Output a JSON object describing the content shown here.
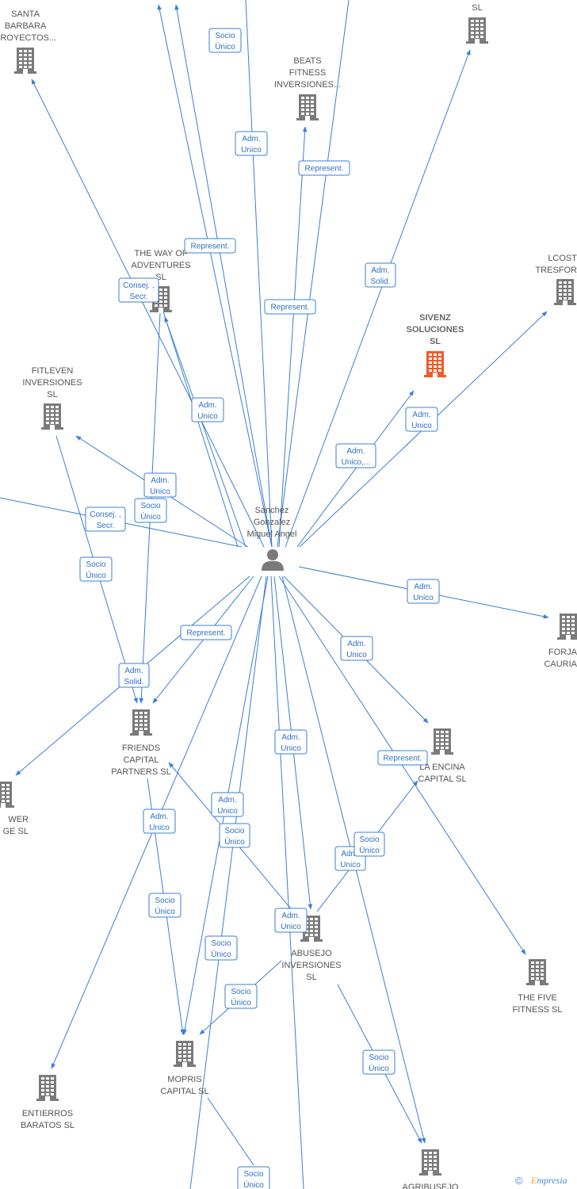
{
  "center": {
    "label": [
      "Sanchez",
      "Gonzalez",
      "Miguel Angel"
    ],
    "icon": "person-icon"
  },
  "colors": {
    "edge": "#3a7fd5",
    "node": "#7a7a7a",
    "highlight": "#f05a28"
  },
  "nodes": [
    {
      "id": "santa-barbara",
      "label": [
        "SANTA",
        "BARBARA",
        "PROYECTOS..."
      ],
      "icon": "building-icon"
    },
    {
      "id": "sl-top",
      "label": [
        "SL"
      ],
      "icon": "building-icon"
    },
    {
      "id": "beats-fitness",
      "label": [
        "BEATS",
        "FITNESS",
        "INVERSIONES..."
      ],
      "icon": "building-icon"
    },
    {
      "id": "lcost",
      "label": [
        "LCOST",
        "TRESFOR"
      ],
      "icon": "building-icon"
    },
    {
      "id": "the-way-of",
      "label": [
        "THE WAY OF",
        "ADVENTURES",
        "SL"
      ],
      "icon": "building-icon"
    },
    {
      "id": "sivenz",
      "label": [
        "SIVENZ",
        "SOLUCIONES",
        "SL"
      ],
      "icon": "building-icon",
      "highlight": true
    },
    {
      "id": "fitleven",
      "label": [
        "FITLEVEN",
        "INVERSIONES",
        "SL"
      ],
      "icon": "building-icon"
    },
    {
      "id": "forja",
      "label": [
        "FORJA",
        "CAURIA"
      ],
      "icon": "building-icon"
    },
    {
      "id": "friends-capital",
      "label": [
        "FRIENDS",
        "CAPITAL",
        "PARTNERS SL"
      ],
      "icon": "building-icon"
    },
    {
      "id": "la-encina",
      "label": [
        "LA ENCINA",
        "CAPITAL SL"
      ],
      "icon": "building-icon"
    },
    {
      "id": "wer-ge",
      "label": [
        "WER",
        "GE SL"
      ],
      "icon": "building-icon"
    },
    {
      "id": "abusejo",
      "label": [
        "ABUSEJO",
        "INVERSIONES",
        "SL"
      ],
      "icon": "building-icon"
    },
    {
      "id": "the-five",
      "label": [
        "THE FIVE",
        "FITNESS SL"
      ],
      "icon": "building-icon"
    },
    {
      "id": "mopris",
      "label": [
        "MOPRIS",
        "CAPITAL SL"
      ],
      "icon": "building-icon"
    },
    {
      "id": "entierros",
      "label": [
        "ENTIERROS",
        "BARATOS SL"
      ],
      "icon": "building-icon"
    },
    {
      "id": "agribusejo",
      "label": [
        "AGRIBUSEJO"
      ],
      "icon": "building-icon"
    }
  ],
  "relations": [
    {
      "id": "r1",
      "label": [
        "Socio",
        "Único"
      ]
    },
    {
      "id": "r2",
      "label": [
        "Adm.",
        "Unico"
      ]
    },
    {
      "id": "r3",
      "label": [
        "Represent."
      ]
    },
    {
      "id": "r4",
      "label": [
        "Adm.",
        "Solid."
      ]
    },
    {
      "id": "r5",
      "label": [
        "Represent."
      ]
    },
    {
      "id": "r6",
      "label": [
        "Represent."
      ]
    },
    {
      "id": "r7",
      "label": [
        "Consej. ,",
        "Secr."
      ]
    },
    {
      "id": "r8",
      "label": [
        "Adm.",
        "Unico"
      ]
    },
    {
      "id": "r9",
      "label": [
        "Adm.",
        "Unico"
      ]
    },
    {
      "id": "r10",
      "label": [
        "Adm.",
        "Unico,..."
      ]
    },
    {
      "id": "r11",
      "label": [
        "Adm.",
        "Unico"
      ]
    },
    {
      "id": "r12",
      "label": [
        "Socio",
        "Único"
      ]
    },
    {
      "id": "r13",
      "label": [
        "Consej. ,",
        "Secr."
      ]
    },
    {
      "id": "r14",
      "label": [
        "Socio",
        "Único"
      ]
    },
    {
      "id": "r15",
      "label": [
        "Adm.",
        "Unico"
      ]
    },
    {
      "id": "r16",
      "label": [
        "Represent."
      ]
    },
    {
      "id": "r17",
      "label": [
        "Adm.",
        "Unico"
      ]
    },
    {
      "id": "r18",
      "label": [
        "Adm.",
        "Solid."
      ]
    },
    {
      "id": "r19",
      "label": [
        "Adm.",
        "Unico"
      ]
    },
    {
      "id": "r20",
      "label": [
        "Represent."
      ]
    },
    {
      "id": "r21",
      "label": [
        "Adm.",
        "Unico"
      ]
    },
    {
      "id": "r22",
      "label": [
        "Adm.",
        "Unico"
      ]
    },
    {
      "id": "r23",
      "label": [
        "Socio",
        "Único"
      ]
    },
    {
      "id": "r24",
      "label": [
        "Adm.",
        "Unico"
      ]
    },
    {
      "id": "r25",
      "label": [
        "Socio",
        "Único"
      ]
    },
    {
      "id": "r26",
      "label": [
        "Socio",
        "Único"
      ]
    },
    {
      "id": "r27",
      "label": [
        "Adm.",
        "Unico"
      ]
    },
    {
      "id": "r28",
      "label": [
        "Socio",
        "Único"
      ]
    },
    {
      "id": "r29",
      "label": [
        "Socio",
        "Único"
      ]
    },
    {
      "id": "r30",
      "label": [
        "Socio",
        "Único"
      ]
    },
    {
      "id": "r31",
      "label": [
        "Socio",
        "Único"
      ]
    }
  ],
  "footer": {
    "copyright": "©",
    "brand_first": "E",
    "brand_rest": "mpresia"
  }
}
